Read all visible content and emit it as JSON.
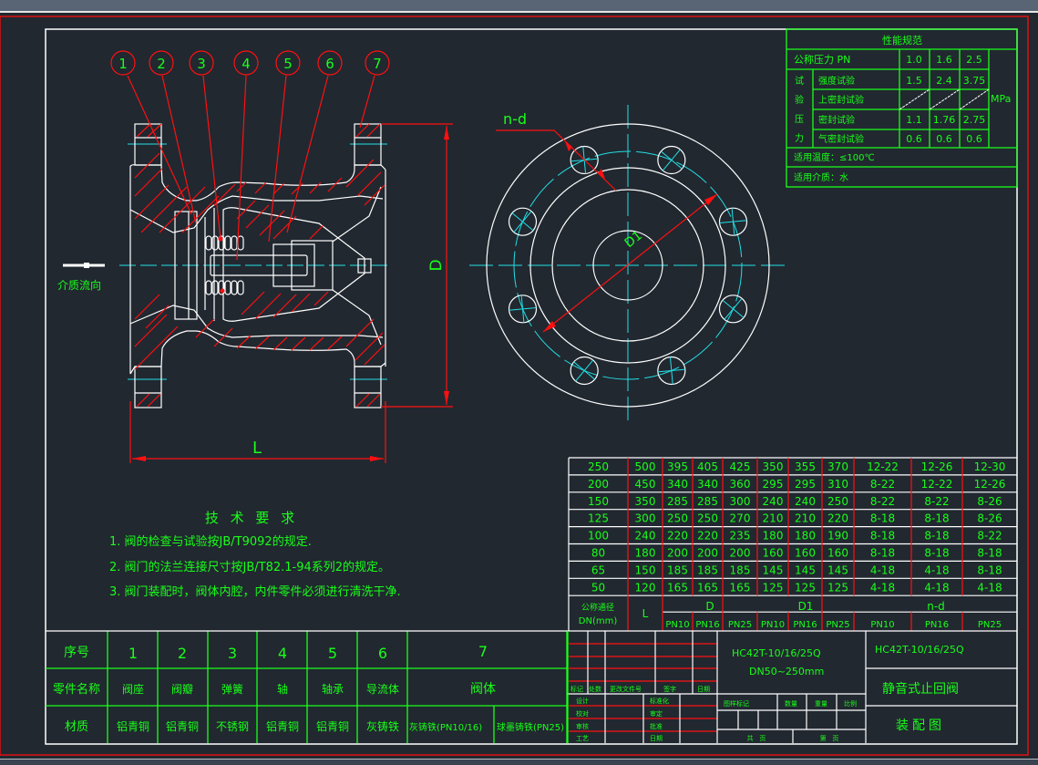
{
  "balloons": [
    "1",
    "2",
    "3",
    "4",
    "5",
    "6",
    "7"
  ],
  "flow_label": "介质流向",
  "dim_labels": {
    "L": "L",
    "D": "D",
    "D1": "D1",
    "nd": "n-d"
  },
  "performance": {
    "title": "性能规范",
    "pn_label": "公称压力 PN",
    "pn_values": [
      "1.0",
      "1.6",
      "2.5"
    ],
    "group_label": [
      "试",
      "验",
      "压",
      "力"
    ],
    "unit": "MPa",
    "rows": [
      {
        "label": "强度试验",
        "values": [
          "1.5",
          "2.4",
          "3.75"
        ]
      },
      {
        "label": "上密封试验",
        "values": [
          "",
          "",
          ""
        ]
      },
      {
        "label": "密封试验",
        "values": [
          "1.1",
          "1.76",
          "2.75"
        ]
      },
      {
        "label": "气密封试验",
        "values": [
          "0.6",
          "0.6",
          "0.6"
        ]
      }
    ],
    "temperature": "适用温度：≤100℃",
    "medium": "适用介质：水"
  },
  "dimensions": {
    "header_dn": [
      "公称通径",
      "DN(mm)"
    ],
    "header_L": "L",
    "groups": [
      "D",
      "D1",
      "n-d"
    ],
    "sub": [
      "PN10",
      "PN16",
      "PN25",
      "PN10",
      "PN16",
      "PN25",
      "PN10",
      "PN16",
      "PN25"
    ],
    "rows": [
      [
        "250",
        "500",
        "395",
        "405",
        "425",
        "350",
        "355",
        "370",
        "12-22",
        "12-26",
        "12-30"
      ],
      [
        "200",
        "450",
        "340",
        "340",
        "360",
        "295",
        "295",
        "310",
        "8-22",
        "12-22",
        "12-26"
      ],
      [
        "150",
        "350",
        "285",
        "285",
        "300",
        "240",
        "240",
        "250",
        "8-22",
        "8-22",
        "8-26"
      ],
      [
        "125",
        "300",
        "250",
        "250",
        "270",
        "210",
        "210",
        "220",
        "8-18",
        "8-18",
        "8-26"
      ],
      [
        "100",
        "240",
        "220",
        "220",
        "235",
        "180",
        "180",
        "190",
        "8-18",
        "8-18",
        "8-22"
      ],
      [
        "80",
        "180",
        "200",
        "200",
        "200",
        "160",
        "160",
        "160",
        "8-18",
        "8-18",
        "8-18"
      ],
      [
        "65",
        "150",
        "185",
        "185",
        "185",
        "145",
        "145",
        "145",
        "4-18",
        "4-18",
        "8-18"
      ],
      [
        "50",
        "120",
        "165",
        "165",
        "165",
        "125",
        "125",
        "125",
        "4-18",
        "4-18",
        "4-18"
      ]
    ]
  },
  "tech": {
    "title": "技 术 要 求",
    "items": [
      "1. 阀的检查与试验按JB/T9092的规定.",
      "2. 阀门的法兰连接尺寸按JB/T82.1-94系列2的规定。",
      "3. 阀门装配时，阀体内腔，内件零件必须进行清洗干净."
    ]
  },
  "parts": {
    "row_labels": [
      "序号",
      "零件名称",
      "材质"
    ],
    "numbers": [
      "1",
      "2",
      "3",
      "4",
      "5",
      "6",
      "7"
    ],
    "names": [
      "阀座",
      "阀瓣",
      "弹簧",
      "轴",
      "轴承",
      "导流体",
      "阀体"
    ],
    "materials": [
      "铝青铜",
      "铝青铜",
      "不锈钢",
      "铝青铜",
      "铝青铜",
      "灰铸铁"
    ],
    "body_materials": [
      "灰铸铁(PN10/16)",
      "球墨铸铁(PN25)"
    ]
  },
  "titleblock": {
    "rev_headers": [
      "标记",
      "处数",
      "更改文件号",
      "签字",
      "日期"
    ],
    "sign_left": [
      "设计",
      "校对",
      "审核",
      "工艺"
    ],
    "sign_right": [
      "标准化",
      "审定",
      "批准",
      "日期"
    ],
    "model_line1": "HC42T-10/16/25Q",
    "model_line2": "DN50~250mm",
    "stage_headers": [
      "图样标记",
      "数量",
      "重量",
      "比例"
    ],
    "sheets": [
      "共   页",
      "第   页"
    ],
    "drawing_no": "HC42T-10/16/25Q",
    "name": "静音式止回阀",
    "type": "装配图"
  }
}
